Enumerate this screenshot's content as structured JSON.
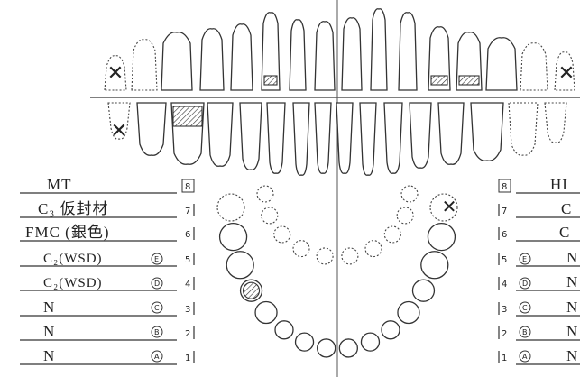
{
  "left_panel": {
    "header": "MT",
    "rows": [
      {
        "label": "C₃ 仮封材",
        "deciduous": "",
        "number": "7"
      },
      {
        "label": "FMC (銀色)",
        "deciduous": "",
        "number": "6"
      },
      {
        "label": "C₂(WSD)",
        "deciduous": "E",
        "number": "5"
      },
      {
        "label": "C₂(WSD)",
        "deciduous": "D",
        "number": "4"
      },
      {
        "label": "N",
        "deciduous": "C",
        "number": "3"
      },
      {
        "label": "N",
        "deciduous": "B",
        "number": "2"
      },
      {
        "label": "N",
        "deciduous": "A",
        "number": "1"
      }
    ],
    "header_number": "8"
  },
  "right_panel": {
    "header": "HI",
    "header_number": "8",
    "rows": [
      {
        "number": "7",
        "deciduous": "",
        "label": "C"
      },
      {
        "number": "6",
        "deciduous": "",
        "label": "C"
      },
      {
        "number": "5",
        "deciduous": "E",
        "label": "N"
      },
      {
        "number": "4",
        "deciduous": "D",
        "label": "N"
      },
      {
        "number": "3",
        "deciduous": "C",
        "label": "N"
      },
      {
        "number": "2",
        "deciduous": "B",
        "label": "N"
      },
      {
        "number": "1",
        "deciduous": "A",
        "label": "N"
      }
    ]
  },
  "marks": {
    "missing_symbol": "✕"
  }
}
